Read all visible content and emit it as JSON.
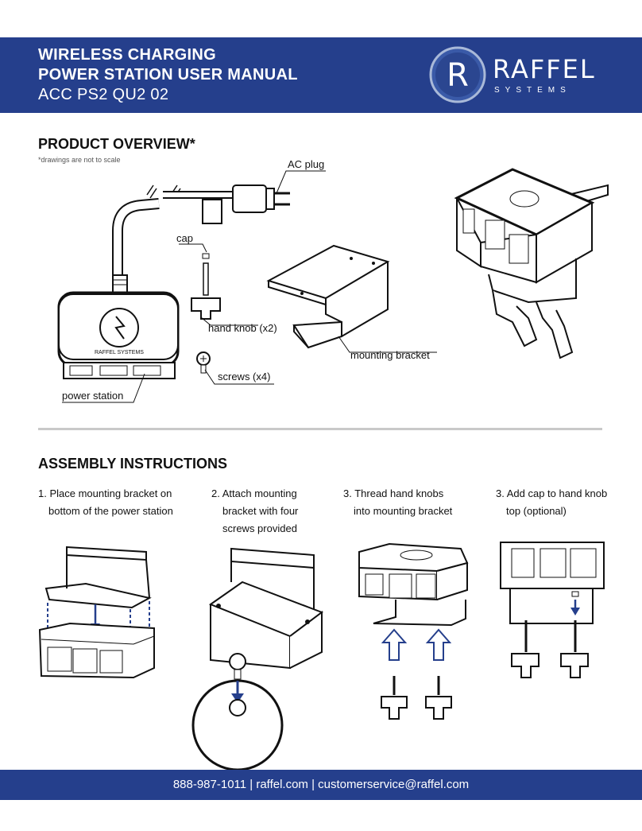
{
  "header": {
    "title_line1": "WIRELESS CHARGING",
    "title_line2": "POWER STATION USER MANUAL",
    "model": "ACC PS2 QU2 02",
    "brand_name": "RAFFEL",
    "brand_sub": "SYSTEMS",
    "brand_mark": "R"
  },
  "overview": {
    "title": "PRODUCT OVERVIEW*",
    "note": "*drawings are not to scale",
    "labels": {
      "ac_plug": "AC plug",
      "cap": "cap",
      "hand_knob": "hand knob (x2)",
      "mounting_bracket": "mounting bracket",
      "screws": "screws (x4)",
      "power_station": "power station"
    },
    "device_logo_text": "RAFFEL SYSTEMS"
  },
  "assembly": {
    "title": "ASSEMBLY INSTRUCTIONS",
    "steps": [
      {
        "line1": "1. Place mounting bracket on",
        "line2": "bottom of the power station",
        "line3": ""
      },
      {
        "line1": "2. Attach mounting",
        "line2": "bracket with four",
        "line3": "screws provided"
      },
      {
        "line1": "3. Thread hand knobs",
        "line2": "into mounting bracket",
        "line3": ""
      },
      {
        "line1": "3. Add cap to hand knob",
        "line2": "top (optional)",
        "line3": ""
      }
    ]
  },
  "footer": {
    "contact": "888-987-1011  |  raffel.com  |  customerservice@raffel.com"
  },
  "colors": {
    "brand_blue": "#253f8c",
    "divider": "#c9c9c9",
    "arrow_blue": "#253f8c"
  }
}
